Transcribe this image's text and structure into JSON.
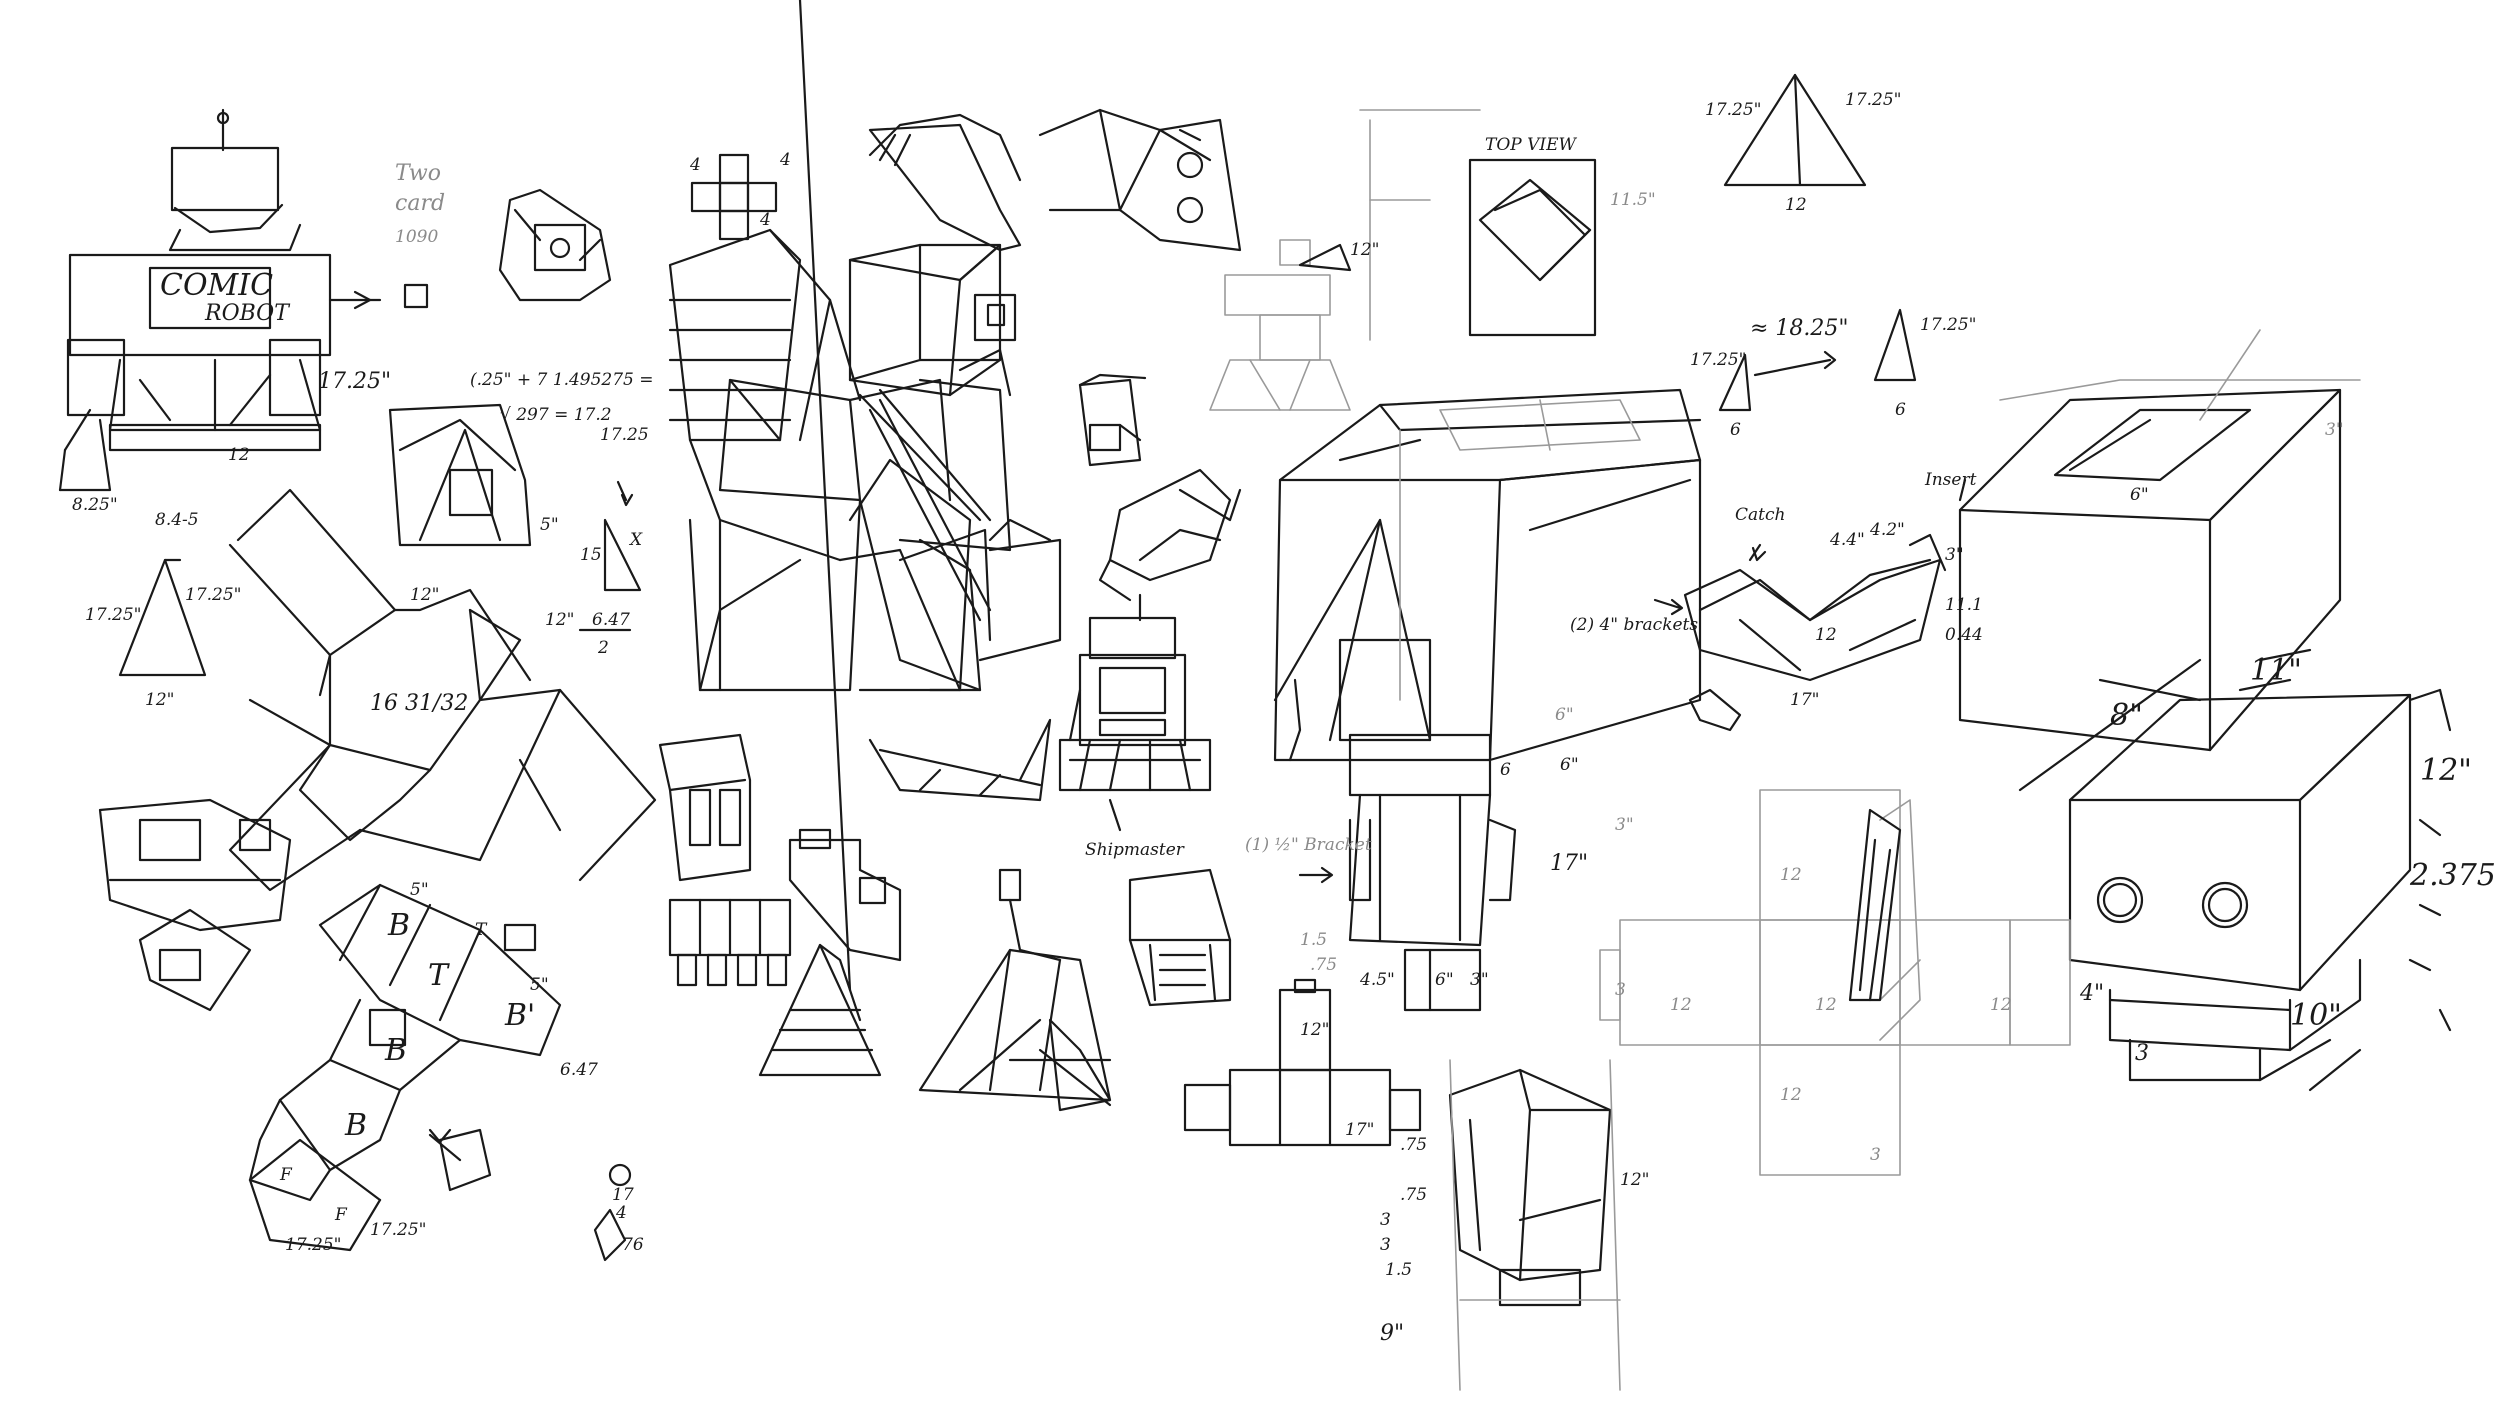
{
  "sketch": {
    "robot_left": {
      "sign_line1": "COMIC",
      "sign_line2": "ROBOT",
      "width_label": "17.25\"",
      "bottom_label": "12",
      "base_label": "8.25\""
    },
    "note_top": {
      "line1": "Two",
      "line2": "card",
      "line3": "1090"
    },
    "formula": {
      "line1": "(.25\" + 7 1.495275 =",
      "line2": "√ 297 = 17.2",
      "line3": "17.25"
    },
    "small_cube_label": "5\"",
    "side_triangle": {
      "height": "15",
      "side": "X",
      "fraction_top": "6.47",
      "fraction_bottom": "2"
    },
    "left_triangle": {
      "top": "8.4-5",
      "left": "17.25\"",
      "right": "17.25\"",
      "base": "12\""
    },
    "pentagon_net": {
      "top": "12\"",
      "right": "12\"",
      "center": "16 31/32"
    },
    "b_net": {
      "top": "5\"",
      "faces": [
        "B",
        "T",
        "T",
        "B'",
        "B",
        "B",
        "F",
        "F"
      ],
      "right_label": "5\"",
      "right_label2": "6.47",
      "bottom_left": "17.25\"",
      "bottom_right": "17.25\""
    },
    "tiny_icon": {
      "top": "17",
      "mid": "4",
      "bottom": "76"
    },
    "dims_left_net": {
      "left": "4",
      "right": "4",
      "bottom": "4"
    },
    "label_shipmaster": "Shipmaster",
    "label_1_2_bracket": "(1) ½\" Bracket",
    "robot_center_dims": {
      "d1": "12\"",
      "d2": "1.5",
      "d3": ".75",
      "d4": "4.5\"",
      "d5": "6\"",
      "d6": "3\"",
      "d7": "12\"",
      "d8": "17\""
    },
    "top_view": "TOP VIEW",
    "top_view_side": "11.5\"",
    "top_triangle": {
      "left": "17.25\"",
      "right": "17.25\"",
      "base": "12"
    },
    "approx": "≈ 18.25\"",
    "tall_tri_left": {
      "side": "17.25\"",
      "base": "6"
    },
    "tall_tri_right": {
      "side": "17.25\"",
      "base": "6"
    },
    "catch_label": "Catch",
    "insert_label": "Insert",
    "bracket_label": "(2) 4\" brackets",
    "roof_dims": {
      "a": "4.4\"",
      "b": "4.2\"",
      "c": "12",
      "d": "17\"",
      "e": "3\"",
      "f": "11.1",
      "g": "0.44"
    },
    "big_box": {
      "h": "6\"",
      "top": "6\"",
      "side": "3\""
    },
    "head_box": {
      "width": "11\"",
      "depth": "8\"",
      "height": "12\"",
      "gap": "2.375",
      "base": "10\"",
      "small": "3",
      "side": "4\""
    },
    "cross_net_labels": [
      "3",
      "12",
      "12",
      "12",
      "12",
      "12",
      "3"
    ],
    "column_dims": [
      "12\"",
      ".75",
      ".75",
      "3",
      "3",
      "1.5",
      "9\"",
      "17\""
    ],
    "mid_labels": {
      "sixA": "6",
      "sixB": "6\"",
      "seventeen": "17\"",
      "threeA": "3\""
    }
  }
}
